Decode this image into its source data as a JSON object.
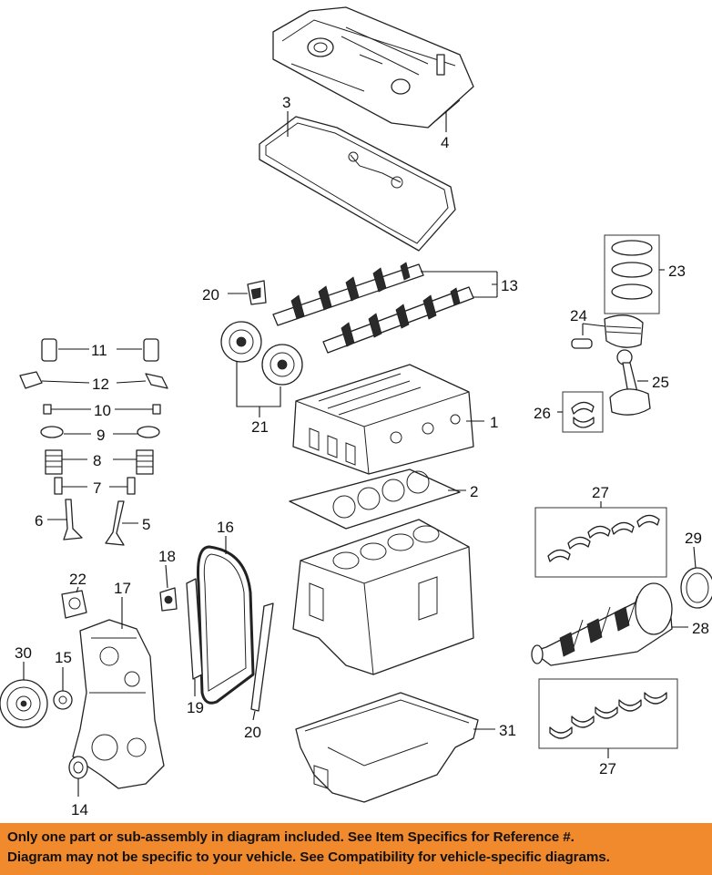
{
  "callouts": [
    "1",
    "2",
    "3",
    "4",
    "5",
    "6",
    "7",
    "8",
    "9",
    "10",
    "11",
    "12",
    "13",
    "14",
    "15",
    "16",
    "17",
    "18",
    "19",
    "20",
    "20",
    "21",
    "22",
    "23",
    "24",
    "25",
    "26",
    "27",
    "27",
    "28",
    "29",
    "30",
    "31"
  ],
  "notice": {
    "line1": "Only one part or sub-assembly in diagram included. See Item Specifics for Reference #.",
    "line2": "Diagram may not be specific to your vehicle. See Compatibility for vehicle-specific diagrams."
  },
  "colors": {
    "banner": "#f08a2c",
    "line": "#222222",
    "background": "#ffffff"
  }
}
